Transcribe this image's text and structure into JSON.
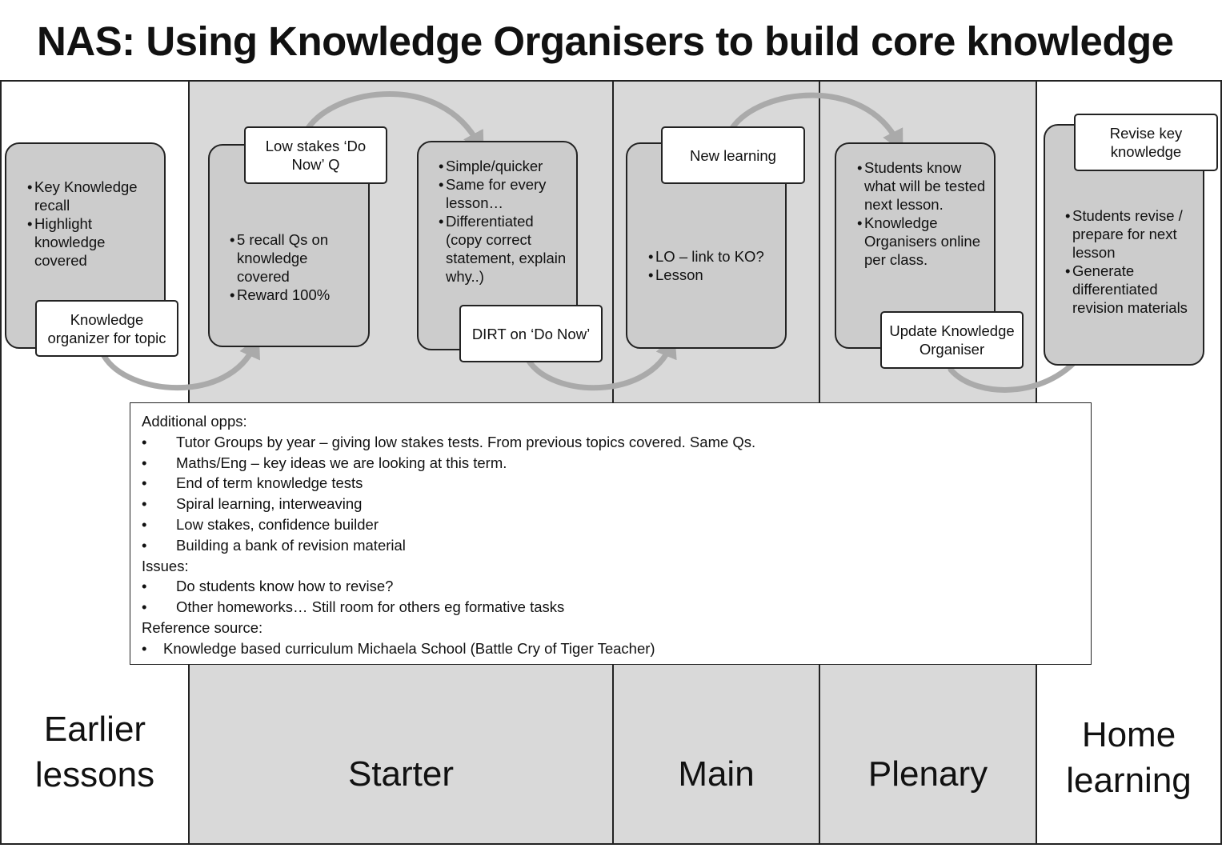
{
  "title": "NAS: Using Knowledge Organisers to build core knowledge",
  "columns": [
    {
      "label_line1": "Earlier",
      "label_line2": "lessons"
    },
    {
      "label_line1": "Starter"
    },
    {
      "label_line1": "Main"
    },
    {
      "label_line1": "Plenary"
    },
    {
      "label_line1": "Home",
      "label_line2": "learning"
    }
  ],
  "earlier": {
    "box_items": [
      "Key Knowledge recall",
      "Highlight knowledge covered"
    ],
    "callout": "Knowledge organizer for topic"
  },
  "starter_recall": {
    "callout": "Low stakes ‘Do Now’ Q",
    "items": [
      "5 recall Qs on knowledge covered",
      "Reward 100%"
    ]
  },
  "starter_simple": {
    "items": [
      "Simple/quicker",
      "Same for every lesson…",
      "Differentiated (copy correct statement, explain why..)"
    ],
    "callout": "DIRT on ‘Do Now’"
  },
  "main": {
    "callout": "New learning",
    "items": [
      "LO – link to KO?",
      "Lesson"
    ]
  },
  "plenary": {
    "items": [
      "Students know what will be tested next lesson.",
      "Knowledge Organisers online per class."
    ],
    "callout": "Update Knowledge Organiser"
  },
  "home": {
    "callout": "Revise key knowledge",
    "items": [
      "Students revise / prepare for next lesson",
      "Generate differentiated revision materials"
    ]
  },
  "additional": {
    "heading": "Additional opps:",
    "opps": [
      "Tutor Groups by year – giving low stakes tests. From previous topics covered. Same Qs.",
      "Maths/Eng – key ideas we are looking at this term.",
      "End of term knowledge tests",
      "Spiral learning, interweaving",
      "Low stakes, confidence builder",
      "Building a bank of revision material"
    ],
    "issues_heading": "Issues:",
    "issues": [
      "Do students know how to revise?",
      "Other homeworks… Still room for others eg formative tasks"
    ],
    "reference_heading": "Reference source:",
    "references": [
      "Knowledge based curriculum Michaela School (Battle Cry of Tiger Teacher)"
    ]
  },
  "colors": {
    "column_shade": "#d9d9d9",
    "box_fill": "#cccccc",
    "arrow": "#aaaaaa",
    "border": "#222222"
  }
}
